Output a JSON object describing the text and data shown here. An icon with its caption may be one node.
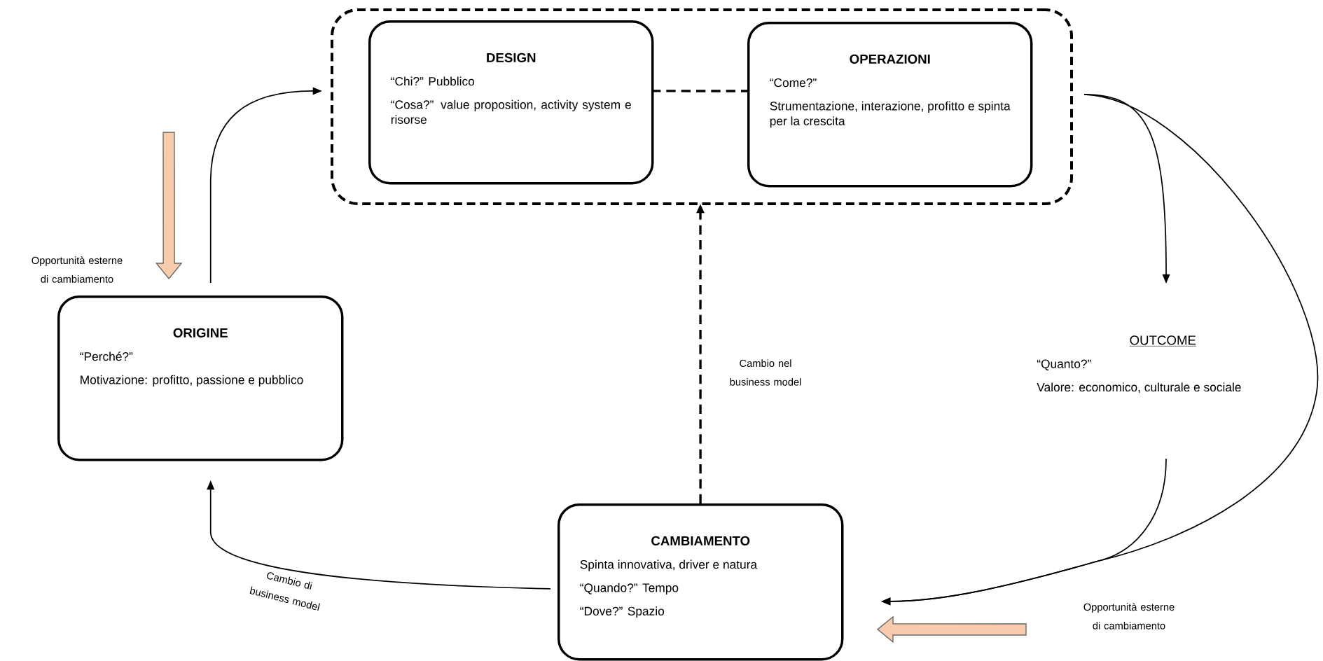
{
  "diagram": {
    "nodes": [
      {
        "text": [],
        "shape": "box"
      },
      {
        "text": [
          "DESIGN",
          "“Chi?” Pubblico",
          "“Cosa?” value proposition, activity system e risorse"
        ],
        "in": 0
      },
      {
        "text": [
          "OPERAZIONI",
          "“Come?”",
          "Strumentazione, interazione, profitto e spinta per la crescita"
        ],
        "in": 0
      },
      {
        "text": [
          "ORIGINE",
          "“Perché?”",
          "Motivazione: profitto, passione e pubblico"
        ]
      },
      {
        "text": [
          "OUTCOME",
          "“Quanto?”",
          "Valore: economico, culturale e sociale"
        ]
      },
      {
        "text": [
          "CAMBIAMENTO",
          "Spinta innovativa, driver e natura",
          "“Quando?” Tempo",
          "“Dove?” Spazio"
        ]
      }
    ],
    "edges": [
      {
        "from": 1,
        "to": 2,
        "arrow": "none",
        "style": "dashed"
      },
      {
        "from": 3,
        "to": 0,
        "arrow": "to"
      },
      {
        "from": 5,
        "to": 0,
        "arrow": "to",
        "style": "dashed",
        "label": "Cambio nel business model"
      },
      {
        "from": 5,
        "to": 3,
        "arrow": "to",
        "label": "Cambio di business model"
      },
      {
        "from": 2,
        "to": 4,
        "arrow": "to"
      },
      {
        "from": 4,
        "to": 5,
        "arrow": "to"
      },
      {
        "from": 2,
        "to": 5,
        "arrow": "to"
      },
      {
        "from": null,
        "to": 3,
        "arrow": "to",
        "style": "thick",
        "color": "#f8cbad"
      },
      {
        "from": null,
        "to": 5,
        "arrow": "to",
        "style": "thick",
        "color": "#f8cbad"
      }
    ],
    "labels": [
      "Opportunità esterne di cambiamento",
      "Opportunità esterne di cambiamento"
    ]
  }
}
